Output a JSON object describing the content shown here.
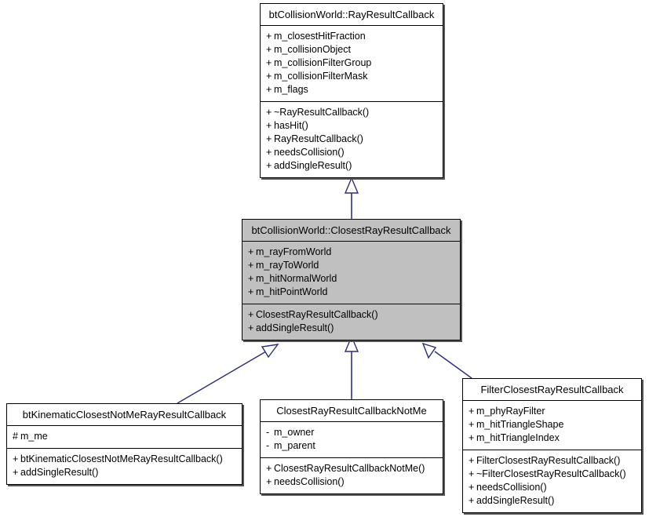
{
  "diagram": {
    "kind": "uml-class-inheritance-diagram",
    "title": "btCollisionWorld::ClosestRayResultCallback inheritance diagram",
    "colors": {
      "background": "#ffffff",
      "box_fill": "#ffffff",
      "highlight_fill": "#c0c0c0",
      "border": "#000000",
      "shadow": "#555555",
      "edge": "#2c2c7c",
      "text": "#000000"
    },
    "classes": [
      {
        "id": "RayResultCallback",
        "name": "btCollisionWorld::RayResultCallback",
        "highlighted": false,
        "attributes": [
          {
            "visibility": "+",
            "name": "m_closestHitFraction"
          },
          {
            "visibility": "+",
            "name": "m_collisionObject"
          },
          {
            "visibility": "+",
            "name": "m_collisionFilterGroup"
          },
          {
            "visibility": "+",
            "name": "m_collisionFilterMask"
          },
          {
            "visibility": "+",
            "name": "m_flags"
          }
        ],
        "operations": [
          {
            "visibility": "+",
            "name": "~RayResultCallback()"
          },
          {
            "visibility": "+",
            "name": "hasHit()"
          },
          {
            "visibility": "+",
            "name": "RayResultCallback()"
          },
          {
            "visibility": "+",
            "name": "needsCollision()"
          },
          {
            "visibility": "+",
            "name": "addSingleResult()"
          }
        ]
      },
      {
        "id": "ClosestRayResultCallback",
        "name": "btCollisionWorld::ClosestRayResultCallback",
        "highlighted": true,
        "attributes": [
          {
            "visibility": "+",
            "name": "m_rayFromWorld"
          },
          {
            "visibility": "+",
            "name": "m_rayToWorld"
          },
          {
            "visibility": "+",
            "name": "m_hitNormalWorld"
          },
          {
            "visibility": "+",
            "name": "m_hitPointWorld"
          }
        ],
        "operations": [
          {
            "visibility": "+",
            "name": "ClosestRayResultCallback()"
          },
          {
            "visibility": "+",
            "name": "addSingleResult()"
          }
        ]
      },
      {
        "id": "btKinematicClosestNotMeRayResultCallback",
        "name": "btKinematicClosestNotMeRayResultCallback",
        "highlighted": false,
        "attributes": [
          {
            "visibility": "#",
            "name": "m_me"
          }
        ],
        "operations": [
          {
            "visibility": "+",
            "name": "btKinematicClosestNotMeRayResultCallback()"
          },
          {
            "visibility": "+",
            "name": "addSingleResult()"
          }
        ]
      },
      {
        "id": "ClosestRayResultCallbackNotMe",
        "name": "ClosestRayResultCallbackNotMe",
        "highlighted": false,
        "attributes": [
          {
            "visibility": "-",
            "name": "m_owner"
          },
          {
            "visibility": "-",
            "name": "m_parent"
          }
        ],
        "operations": [
          {
            "visibility": "+",
            "name": "ClosestRayResultCallbackNotMe()"
          },
          {
            "visibility": "+",
            "name": "needsCollision()"
          }
        ]
      },
      {
        "id": "FilterClosestRayResultCallback",
        "name": "FilterClosestRayResultCallback",
        "highlighted": false,
        "attributes": [
          {
            "visibility": "+",
            "name": "m_phyRayFilter"
          },
          {
            "visibility": "+",
            "name": "m_hitTriangleShape"
          },
          {
            "visibility": "+",
            "name": "m_hitTriangleIndex"
          }
        ],
        "operations": [
          {
            "visibility": "+",
            "name": "FilterClosestRayResultCallback()"
          },
          {
            "visibility": "+",
            "name": "~FilterClosestRayResultCallback()"
          },
          {
            "visibility": "+",
            "name": "needsCollision()"
          },
          {
            "visibility": "+",
            "name": "addSingleResult()"
          }
        ]
      }
    ],
    "inheritance_edges": [
      {
        "from": "ClosestRayResultCallback",
        "to": "RayResultCallback",
        "kind": "generalization"
      },
      {
        "from": "btKinematicClosestNotMeRayResultCallback",
        "to": "ClosestRayResultCallback",
        "kind": "generalization"
      },
      {
        "from": "ClosestRayResultCallbackNotMe",
        "to": "ClosestRayResultCallback",
        "kind": "generalization"
      },
      {
        "from": "FilterClosestRayResultCallback",
        "to": "ClosestRayResultCallback",
        "kind": "generalization"
      }
    ]
  }
}
